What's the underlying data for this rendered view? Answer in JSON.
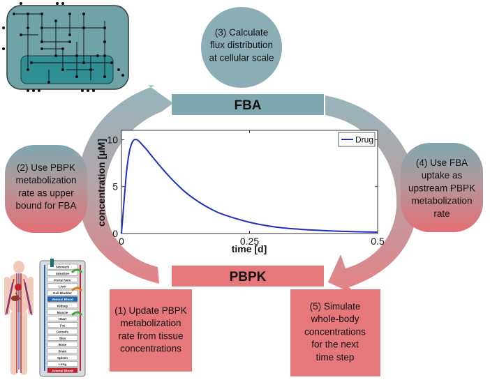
{
  "steps": {
    "s1": [
      "(1) Update PBPK",
      "metabolization",
      "rate from tissue",
      "concentrations"
    ],
    "s2": [
      "(2) Use PBPK",
      "metabolization",
      "rate as upper",
      "bound for FBA"
    ],
    "s3": [
      "(3) Calculate",
      "flux distribution",
      "at cellular scale"
    ],
    "s4": [
      "(4) Use FBA",
      "uptake as",
      "upstream PBPK",
      "metabolization",
      "rate"
    ],
    "s5": [
      "(5) Simulate",
      "whole-body",
      "concentrations",
      "for the next",
      "time step"
    ]
  },
  "banners": {
    "fba": "FBA",
    "pbpk": "PBPK"
  },
  "organs": [
    "Stomach",
    "Intestine",
    "Portal Vein",
    "Liver",
    "Gall Bladder",
    "Venous Blood",
    "Kidney",
    "Muscle",
    "Heart",
    "Fat",
    "Gonads",
    "Skin",
    "Bone",
    "Brain",
    "Spleen",
    "Lung",
    "Arterial Blood"
  ],
  "colors": {
    "teal": "#7fa7ae",
    "salmon": "#e6777a",
    "curve": "#1f2fbf"
  },
  "chart_data": {
    "type": "line",
    "xlabel": "time [d]",
    "ylabel": "concentration [μM]",
    "xlim": [
      0,
      0.5
    ],
    "ylim": [
      0,
      11
    ],
    "xticks": [
      0,
      0.25,
      0.5
    ],
    "xtick_labels": [
      "0",
      "0.25",
      "0.5"
    ],
    "yticks": [
      0,
      5,
      10
    ],
    "ytick_labels": [
      "0",
      "5",
      "10"
    ],
    "legend_position": "top-right",
    "grid": false,
    "series": [
      {
        "name": "Drug",
        "x": [
          0,
          0.005,
          0.01,
          0.015,
          0.02,
          0.025,
          0.03,
          0.035,
          0.04,
          0.05,
          0.06,
          0.08,
          0.1,
          0.125,
          0.15,
          0.175,
          0.2,
          0.25,
          0.3,
          0.35,
          0.4,
          0.45,
          0.5
        ],
        "y": [
          0,
          3.4,
          6.6,
          8.6,
          9.6,
          10.0,
          10.0,
          9.8,
          9.5,
          8.9,
          8.2,
          6.9,
          5.7,
          4.4,
          3.4,
          2.6,
          2.0,
          1.2,
          0.7,
          0.45,
          0.3,
          0.2,
          0.15
        ]
      }
    ]
  }
}
